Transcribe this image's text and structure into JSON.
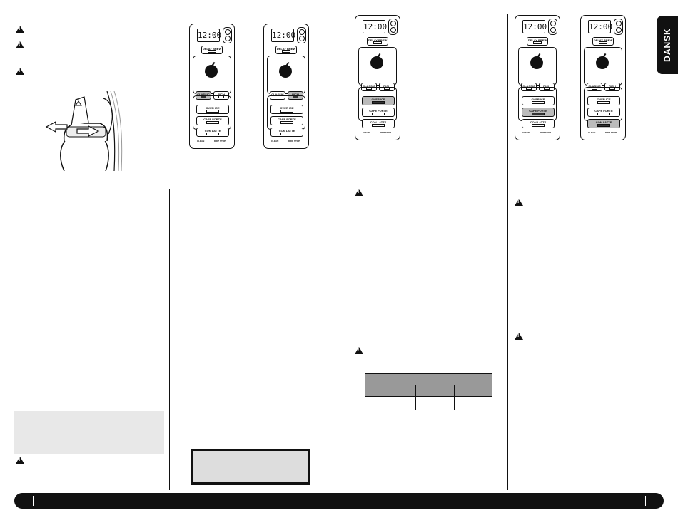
{
  "tab_label": "DANSK",
  "lcd_time": "12:00",
  "panel_labels": {
    "delay_brew": "DELAY BREW",
    "classic": "CLASSIC",
    "rich": "RICH",
    "over_ice": "OVER ICE",
    "cafe_forte": "CAFE FORTE",
    "con_latte": "CON LATTE",
    "clean": "CLEAN",
    "drip_stop": "DRIP STOP"
  },
  "highlighted": [
    "classic",
    "rich",
    "over_ice",
    "cafe_forte",
    "con_latte",
    "",
    ""
  ]
}
